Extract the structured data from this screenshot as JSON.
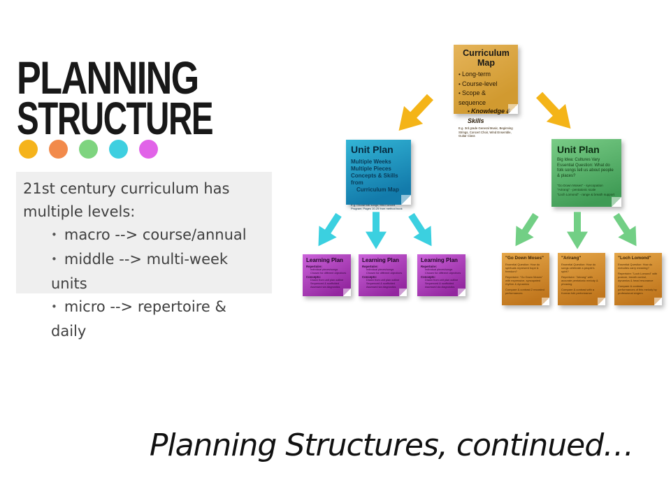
{
  "logo": {
    "line1": "PLANNING",
    "line2": "STRUCTURE",
    "dot_colors": [
      "#f5b31b",
      "#f28a4b",
      "#7ed47f",
      "#3ecfe0",
      "#e163e8"
    ]
  },
  "intro": {
    "heading": "21st century curriculum has multiple levels:",
    "bullets": [
      "macro --> course/annual",
      "middle --> multi-week units",
      "micro --> repertoire & daily"
    ]
  },
  "caption": "Planning Structures, continued…",
  "diagram": {
    "colors": {
      "curriculum_note": "#daa542",
      "unit_note_left": "#1e9cc6",
      "unit_note_right": "#57b469",
      "learning_note": "#b23fc6",
      "song_note": "#d88f2e",
      "arrow_top": "#f4b418",
      "arrow_left_branch": "#3bd0e0",
      "arrow_right_branch": "#72cf85"
    },
    "curriculum_map": {
      "title": "Curriculum Map",
      "bullets": [
        "Long-term",
        "Course-level",
        "Scope & sequence"
      ],
      "sub_bullet": "Knowledge & Skills",
      "example": "E.g. 3rd grade General Music, Beginning Strings, Concert Choir, Wind Ensemble, Guitar Class"
    },
    "unit_plan_left": {
      "title": "Unit Plan",
      "lines": [
        "Multiple Weeks",
        "Multiple Pieces",
        "Concepts & Skills from",
        "Curriculum Map"
      ],
      "example": "E.g. Choral folk songs; Mid-Concert Program; Pages 10-25 from method book"
    },
    "unit_plan_right": {
      "title": "Unit Plan",
      "big_idea": "Big Idea: Cultures Vary",
      "essential_question": "Essential Question: What do folk songs tell us about people & places?",
      "songs": [
        "\"Go Down Moses\" - syncopation",
        "\"Arirang\" - pentatonic scale",
        "\"Loch Lomond\" - range & breath support"
      ]
    },
    "learning_plans": [
      {
        "title": "Learning Plan",
        "repertoire_label": "Repertoire:",
        "repertoire": [
          "Individual pieces/songs",
          "Chosen for different objectives"
        ],
        "concepts_label": "Concepts:",
        "concepts": [
          "Drawn from unit plan outline",
          "Sequenced & scaffolded",
          "Assessed via diagnostics"
        ]
      },
      {
        "title": "Learning Plan",
        "repertoire_label": "Repertoire:",
        "repertoire": [
          "Individual pieces/songs",
          "Chosen for different objectives"
        ],
        "concepts_label": "Concepts:",
        "concepts": [
          "Drawn from unit plan outline",
          "Sequenced & scaffolded",
          "Assessed via diagnostics"
        ]
      },
      {
        "title": "Learning Plan",
        "repertoire_label": "Repertoire:",
        "repertoire": [
          "Individual pieces/songs",
          "Chosen for different objectives"
        ],
        "concepts_label": "Concepts:",
        "concepts": [
          "Drawn from unit plan outline",
          "Sequenced & scaffolded",
          "Assessed via diagnostics"
        ]
      }
    ],
    "song_notes": [
      {
        "title": "\"Go Down Moses\"",
        "paragraphs": [
          "Essential Question: How do spirituals represent hope & freedom?",
          "Repertoire: \"Go Down Moses\" with expressive, syncopated rhythm & dynamics",
          "Compare & contrast 2 recorded performances"
        ]
      },
      {
        "title": "\"Arirang\"",
        "paragraphs": [
          "Essential Question: How do songs celebrate a people's spirit?",
          "Repertoire: \"Arirang\" with accurate pentatonic melody & phrasing",
          "Compare & contrast with a Korean folk performance"
        ]
      },
      {
        "title": "\"Loch Lomond\"",
        "paragraphs": [
          "Essential Question: How do melodies carry meaning?",
          "Repertoire: \"Loch Lomond\" with posture, breath control, dynamics & head resonance",
          "Compare & contrast performances of this melody by professional singers"
        ]
      }
    ]
  }
}
